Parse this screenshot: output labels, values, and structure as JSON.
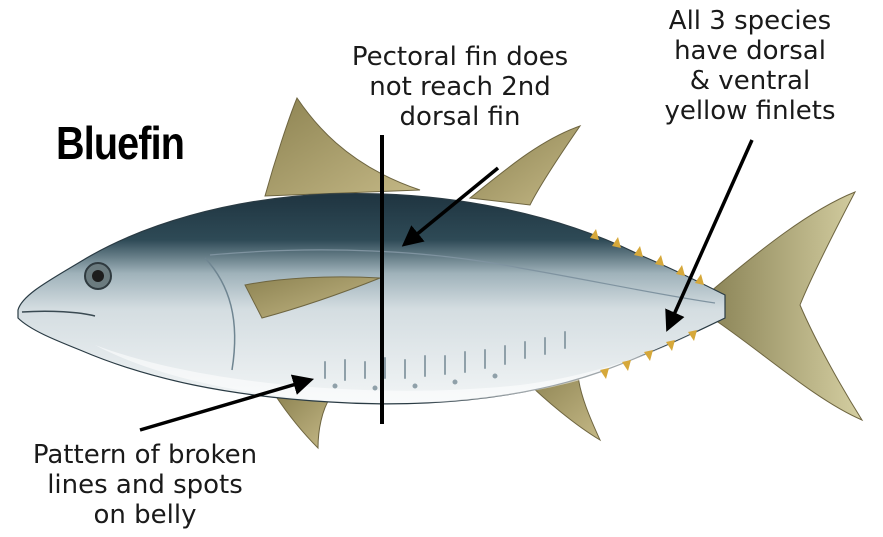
{
  "title": "Bluefin",
  "annotations": {
    "pectoral": [
      "Pectoral fin does",
      "not reach 2nd",
      "dorsal fin"
    ],
    "finlets": [
      "All 3 species",
      "have dorsal",
      "& ventral",
      "yellow finlets"
    ],
    "belly": [
      "Pattern of broken",
      "lines and spots",
      "on belly"
    ]
  },
  "colors": {
    "back": "#1f3440",
    "flank": "#c8d3d8",
    "belly": "#eef2f4",
    "fin": "#a79a63",
    "finlet": "#d6a83a",
    "line": "#000000"
  },
  "icons": {
    "fish": "bluefin-tuna-illustration",
    "arrows": "annotation-arrow"
  }
}
